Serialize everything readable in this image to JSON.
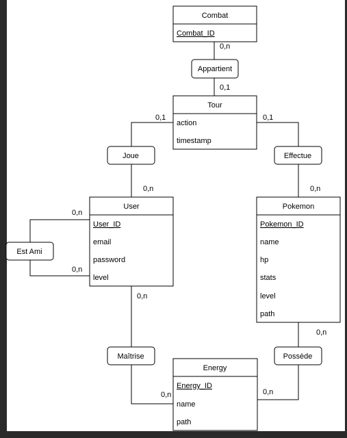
{
  "entities": {
    "combat": {
      "title": "Combat",
      "attributes": [
        "Combat_ID"
      ],
      "primary_key": "Combat_ID"
    },
    "tour": {
      "title": "Tour",
      "attributes": [
        "action",
        "timestamp"
      ]
    },
    "user": {
      "title": "User",
      "attributes": [
        "User_ID",
        "email",
        "password",
        "level"
      ],
      "primary_key": "User_ID"
    },
    "pokemon": {
      "title": "Pokemon",
      "attributes": [
        "Pokemon_ID",
        "name",
        "hp",
        "stats",
        "level",
        "path"
      ],
      "primary_key": "Pokemon_ID"
    },
    "energy": {
      "title": "Energy",
      "attributes": [
        "Energy_ID",
        "name",
        "path"
      ],
      "primary_key": "Energy_ID"
    }
  },
  "relationships": {
    "appartient": {
      "label": "Appartient"
    },
    "joue": {
      "label": "Joue"
    },
    "effectue": {
      "label": "Effectue"
    },
    "est_ami": {
      "label": "Est Ami"
    },
    "maitrise": {
      "label": "Maîtrise"
    },
    "possede": {
      "label": "Possède"
    }
  },
  "cardinalities": {
    "combat_appartient": "0,n",
    "tour_appartient": "0,1",
    "tour_joue": "0,1",
    "tour_effectue": "0,1",
    "user_joue": "0,n",
    "pokemon_effectue": "0,n",
    "user_estami_top": "0,n",
    "user_estami_bottom": "0,n",
    "user_maitrise": "0,n",
    "pokemon_possede": "0,n",
    "energy_maitrise": "0,n",
    "energy_possede": "0,n"
  }
}
